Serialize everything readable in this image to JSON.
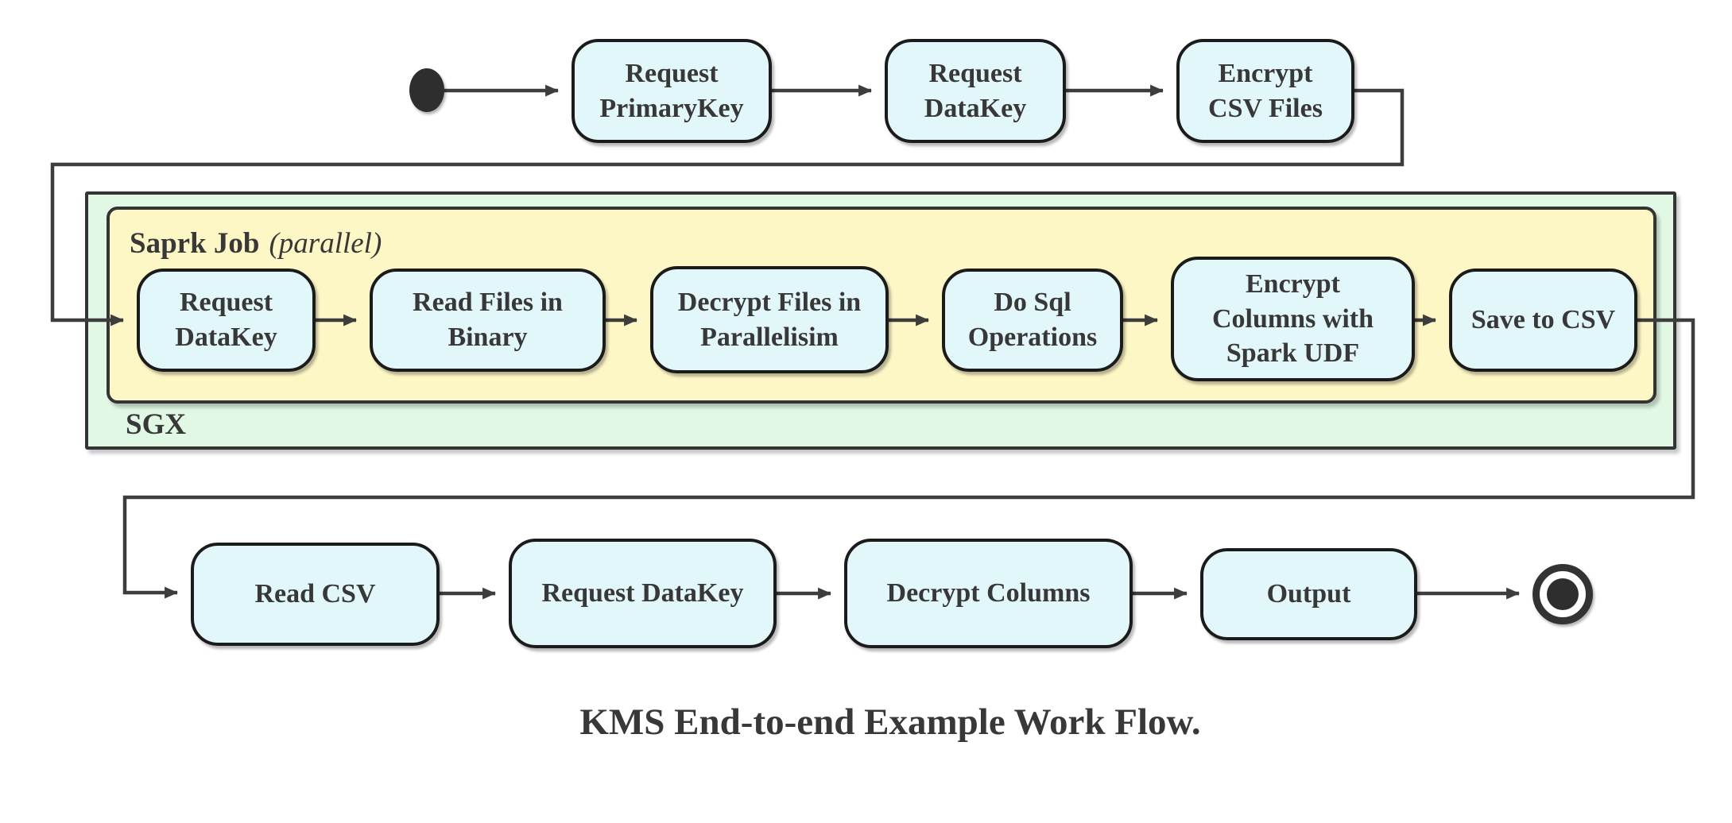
{
  "title": {
    "caption": "KMS End-to-end Example Work Flow."
  },
  "containers": {
    "sgx": {
      "label": "SGX"
    },
    "spark": {
      "label": "Saprk Job",
      "qualifier": "(parallel)"
    }
  },
  "nodes": {
    "top": [
      {
        "label": "Request\nPrimaryKey"
      },
      {
        "label": "Request\nDataKey"
      },
      {
        "label": "Encrypt\nCSV Files"
      }
    ],
    "middle": [
      {
        "label": "Request\nDataKey"
      },
      {
        "label": "Read Files in\nBinary"
      },
      {
        "label": "Decrypt Files in\nParallelisim"
      },
      {
        "label": "Do Sql\nOperations"
      },
      {
        "label": "Encrypt\nColumns with\nSpark UDF"
      },
      {
        "label": "Save to CSV"
      }
    ],
    "bottom": [
      {
        "label": "Read CSV"
      },
      {
        "label": "Request DataKey"
      },
      {
        "label": "Decrypt Columns"
      },
      {
        "label": "Output"
      }
    ]
  },
  "markers": {
    "start": "initial-state",
    "end": "final-state"
  },
  "colors": {
    "node_fill": "#e2f7fa",
    "node_border": "#1b1b1b",
    "spark_fill": "#fdf6c5",
    "sgx_fill": "#e0f8e4",
    "container_border": "#343434",
    "edge": "#3d3d3d",
    "text": "#383838",
    "background": "#ffffff"
  }
}
